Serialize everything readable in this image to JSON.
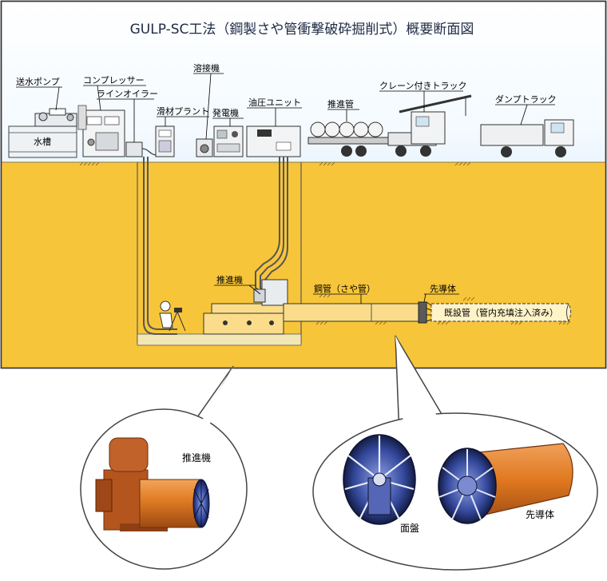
{
  "title": "GULP-SC工法（鋼製さや管衝撃破砕掘削式）概要断面図",
  "labels": {
    "water_pump": "送水ポンプ",
    "water_tank": "水槽",
    "compressor": "コンプレッサー",
    "line_oiler": "ラインオイラー",
    "lubricant_plant": "滑材プラント",
    "welder": "溶接機",
    "generator": "発電機",
    "hydraulic_unit": "油圧ユニット",
    "push_pipes": "推進管",
    "crane_truck": "クレーン付きトラック",
    "dump_truck": "ダンプトラック",
    "jacking_machine": "推進機",
    "steel_pipe": "鋼管（さや管）",
    "pilot_head": "先導体",
    "existing_pipe": "既設管（管内充填注入済み）"
  },
  "photo_left": {
    "label": "推進機"
  },
  "photo_right": {
    "face_label": "面盤",
    "head_label": "先導体"
  },
  "colors": {
    "sky_top": "#ffffff",
    "sky_bottom": "#bfe0f6",
    "soil": "#f7c53a",
    "pipe_fill": "#fadc8a",
    "pipe_orange": "#d8741e",
    "cutter_blue": "#2a3f8f",
    "machine_rust": "#b4551e"
  }
}
